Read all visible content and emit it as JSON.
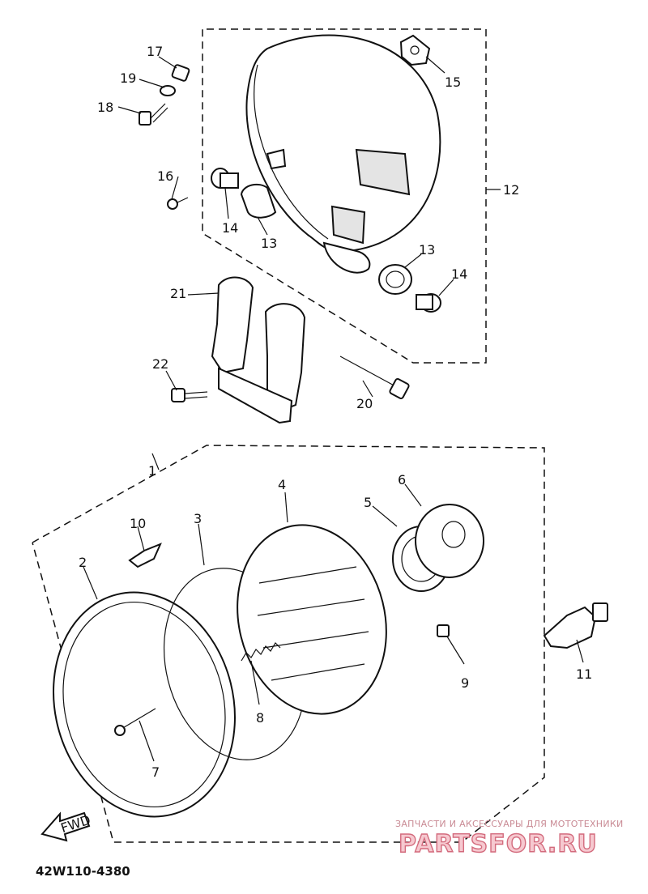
{
  "diagram": {
    "part_numbers": [
      "1",
      "2",
      "3",
      "4",
      "5",
      "6",
      "7",
      "8",
      "9",
      "10",
      "11",
      "12",
      "13",
      "13",
      "14",
      "14",
      "15",
      "16",
      "17",
      "18",
      "19",
      "20",
      "21",
      "22"
    ],
    "fwd_label": "FWD",
    "diagram_code": "42W110-4380"
  },
  "watermark": {
    "caption": "ЗАПЧАСТИ И АКСЕССУАРЫ ДЛЯ МОТОТЕХНИКИ",
    "brand": "PARTSFOR.RU",
    "color": "#d36b7d"
  }
}
